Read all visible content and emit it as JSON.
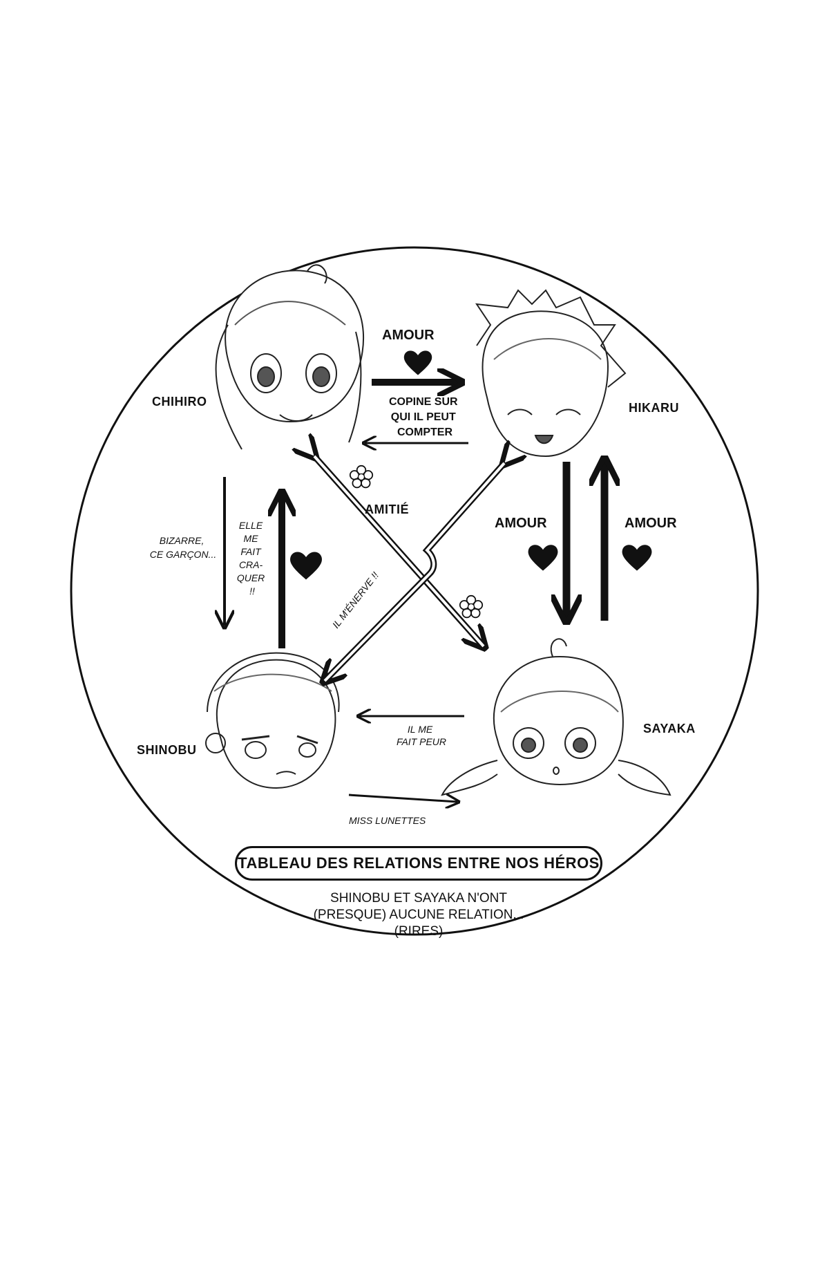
{
  "characters": {
    "chihiro": "CHIHIRO",
    "hikaru": "HIKARU",
    "shinobu": "SHINOBU",
    "sayaka": "SAYAKA"
  },
  "relations": {
    "chihiro_to_hikaru": "AMOUR",
    "hikaru_to_chihiro": [
      "COPINE SUR",
      "QUI IL PEUT",
      "COMPTER"
    ],
    "chihiro_to_shinobu": [
      "BIZARRE,",
      "CE GARÇON..."
    ],
    "shinobu_to_chihiro": [
      "ELLE",
      "ME",
      "FAIT",
      "CRA-",
      "QUER",
      "!!"
    ],
    "chihiro_sayaka": "AMITIÉ",
    "hikaru_shinobu": "IL M'ÉNERVE !!",
    "hikaru_to_sayaka": "AMOUR",
    "sayaka_to_hikaru": "AMOUR",
    "sayaka_to_shinobu": [
      "IL ME",
      "FAIT PEUR"
    ],
    "shinobu_to_sayaka": "MISS LUNETTES"
  },
  "title": "TABLEAU DES RELATIONS ENTRE NOS HÉROS",
  "subtitle": [
    "SHINOBU ET SAYAKA N'ONT",
    "(PRESQUE) AUCUNE RELATION...",
    "(RIRES)"
  ]
}
